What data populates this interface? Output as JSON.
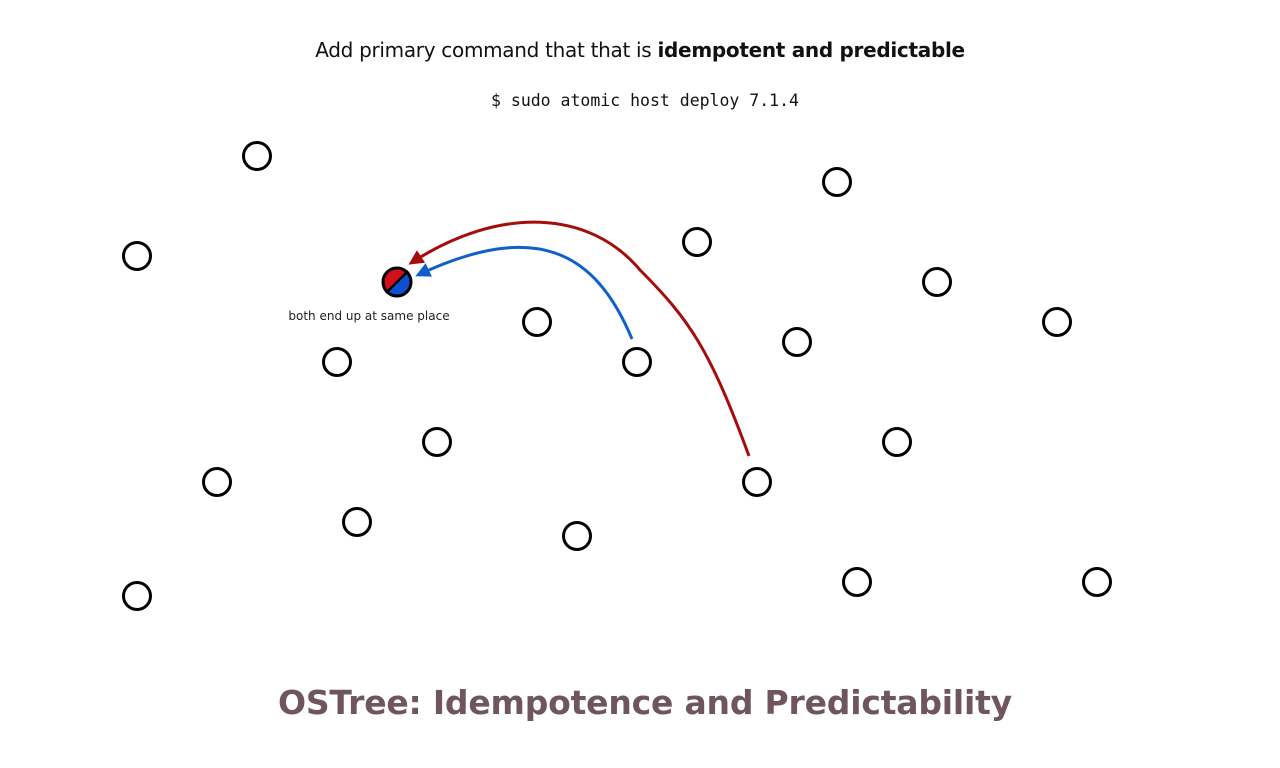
{
  "slide": {
    "subtitle_prefix": "Add primary command that that is ",
    "subtitle_emphasis": "idempotent and predictable",
    "command": "$ sudo atomic host deploy 7.1.4",
    "caption": "both end up at same place",
    "title": "OSTree: Idempotence and Predictability"
  },
  "colors": {
    "red_path": "#a50d0d",
    "blue_path": "#1060c8",
    "target_red": "#d0101a",
    "target_blue": "#1050d0",
    "title": "#6e5560"
  }
}
